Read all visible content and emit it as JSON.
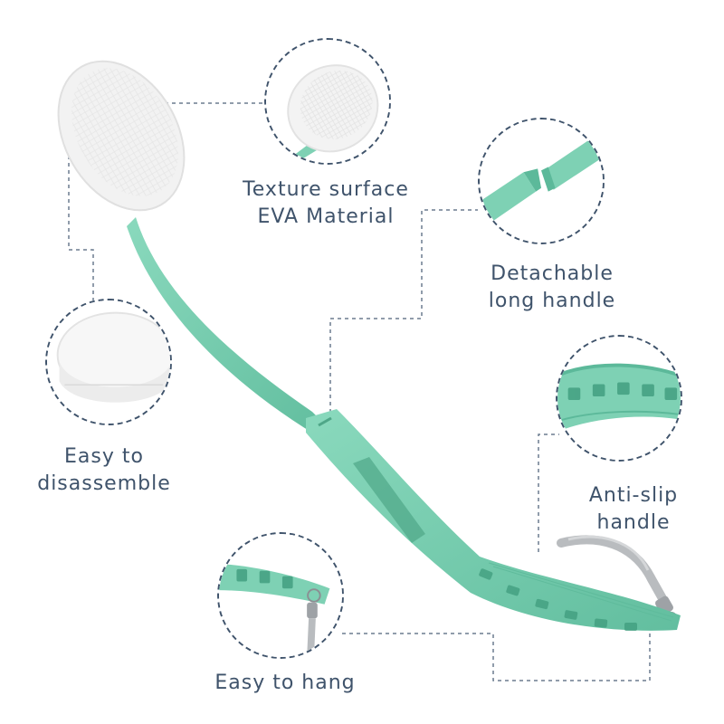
{
  "product": {
    "name_icon": "long-handle-bath-brush",
    "colors": {
      "handle": "#7ed1b4",
      "handle_shadow": "#5cb99a",
      "head": "#f7f7f7",
      "text": "#3f536b",
      "strap": "#b9bcbf"
    }
  },
  "features": [
    {
      "id": "texture",
      "line1": "Texture surface",
      "line2": "EVA Material"
    },
    {
      "id": "detachable",
      "line1": "Detachable",
      "line2": "long handle"
    },
    {
      "id": "disassemble",
      "line1": "Easy to",
      "line2": "disassemble"
    },
    {
      "id": "antislip",
      "line1": "Anti-slip",
      "line2": "handle"
    },
    {
      "id": "hang",
      "line1": "Easy to hang",
      "line2": ""
    }
  ]
}
